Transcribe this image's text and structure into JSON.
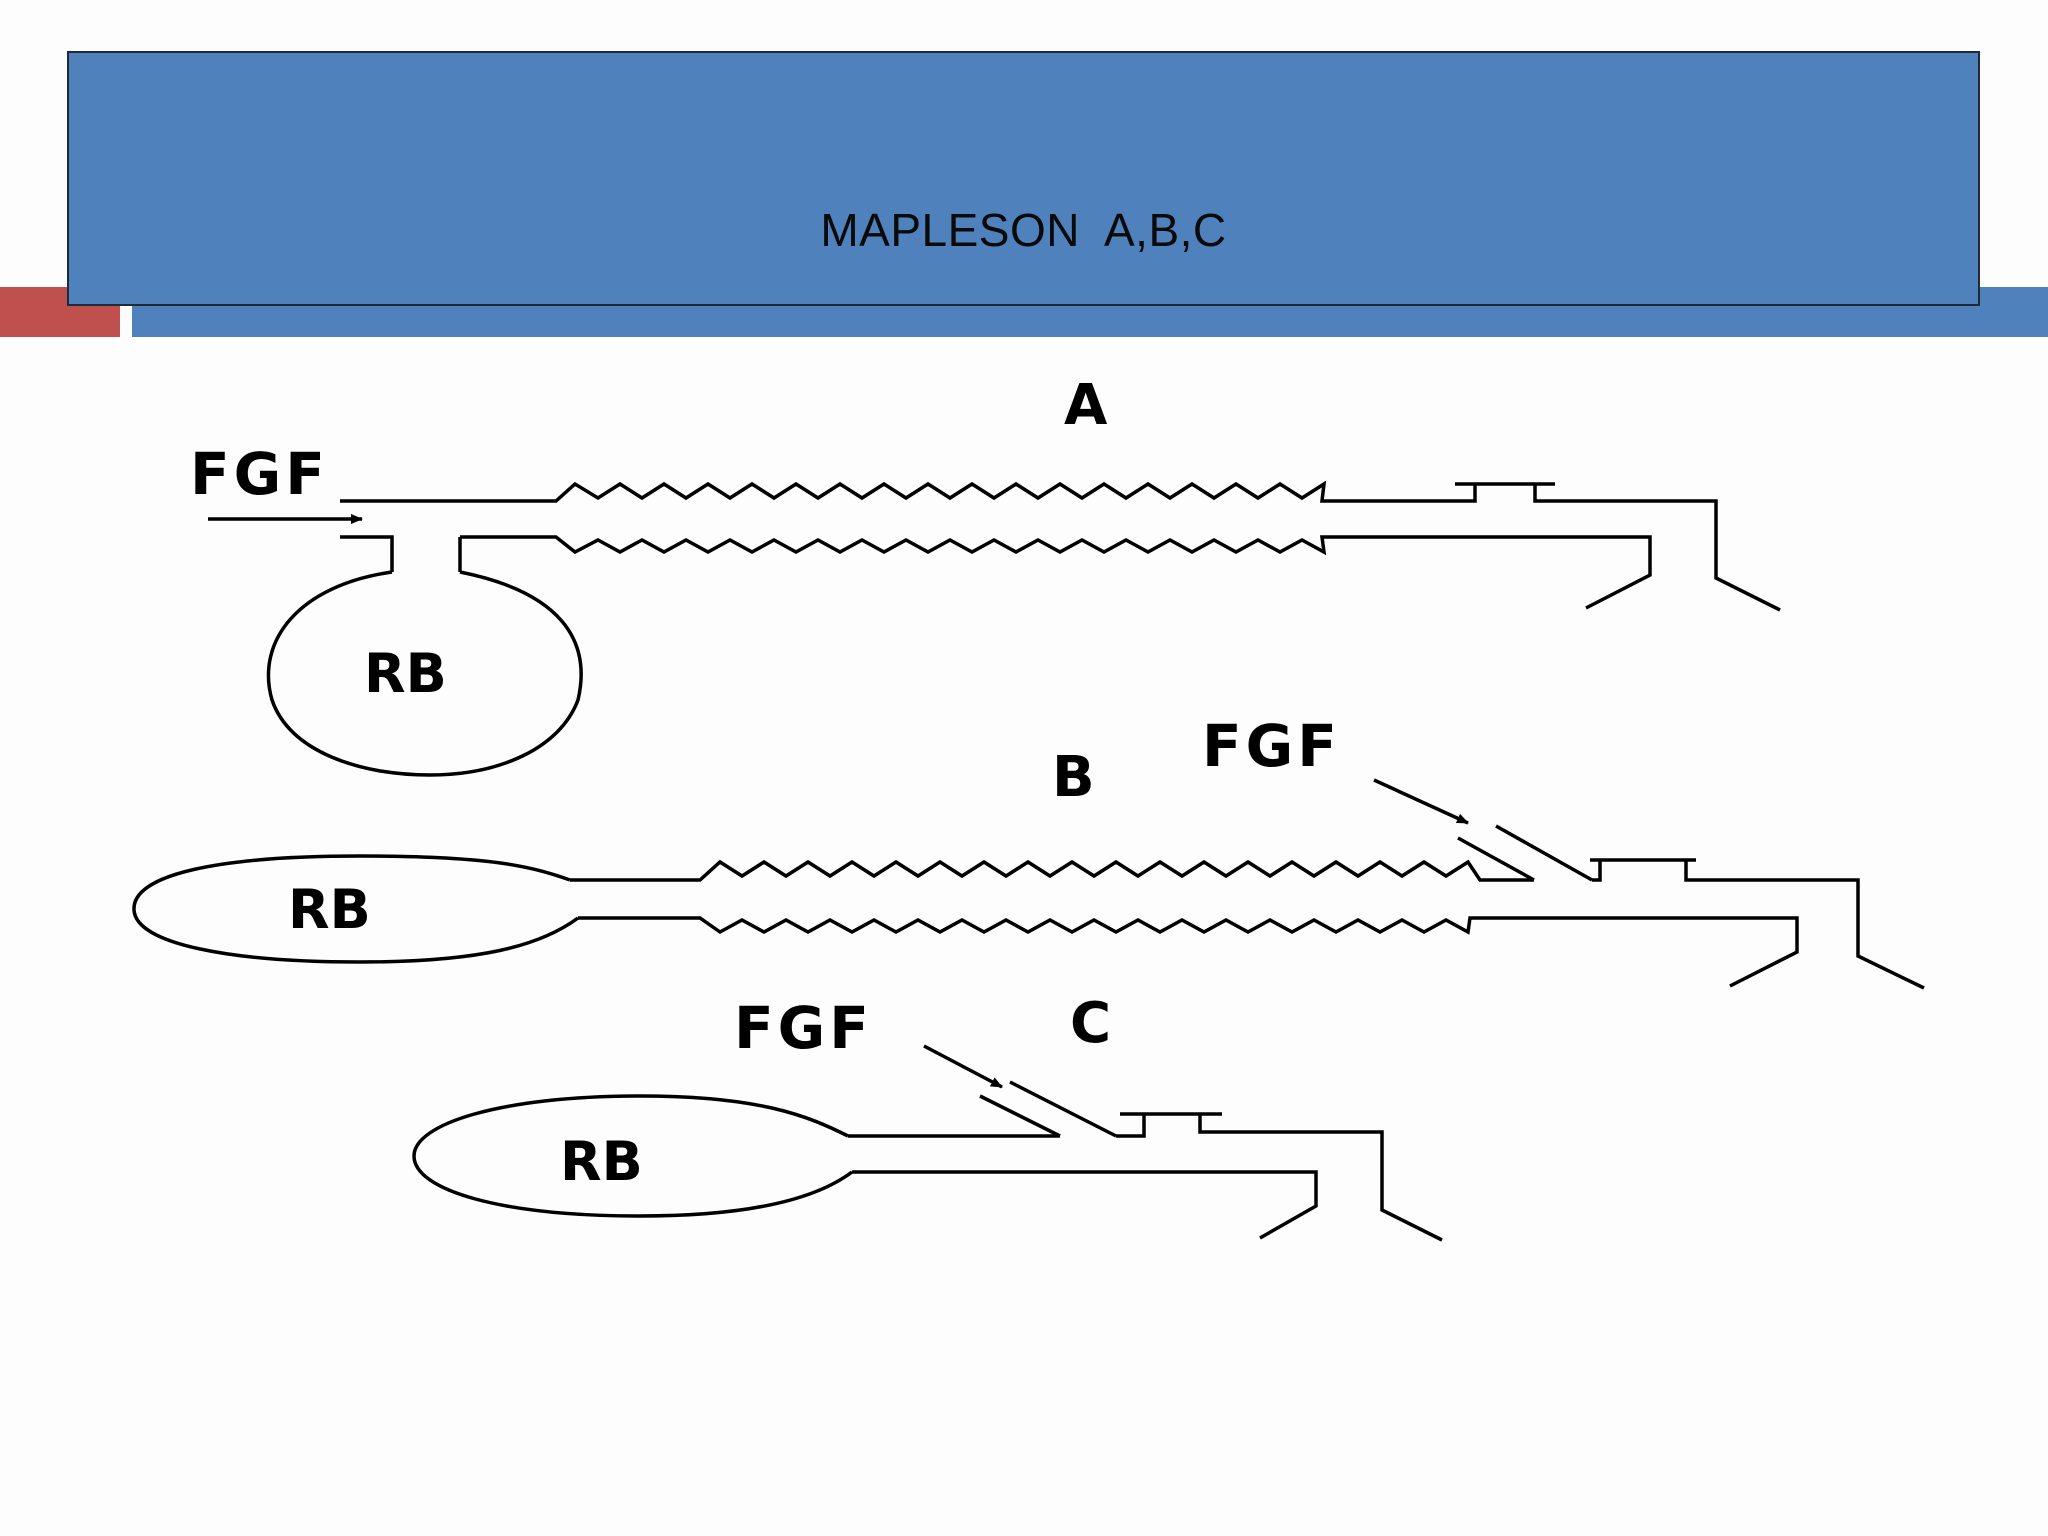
{
  "slide": {
    "title": "MAPLESON  A,B,C"
  },
  "diagram": {
    "circuit_a": {
      "label": "A",
      "fgf_label": "FGF",
      "bag_label": "RB"
    },
    "circuit_b": {
      "label": "B",
      "fgf_label": "FGF",
      "bag_label": "RB"
    },
    "circuit_c": {
      "label": "C",
      "fgf_label": "FGF",
      "bag_label": "RB"
    }
  },
  "colors": {
    "title_bar": "#4f81bd",
    "accent_red": "#c0504d",
    "accent_blue": "#4f81bd",
    "line": "#000000"
  }
}
